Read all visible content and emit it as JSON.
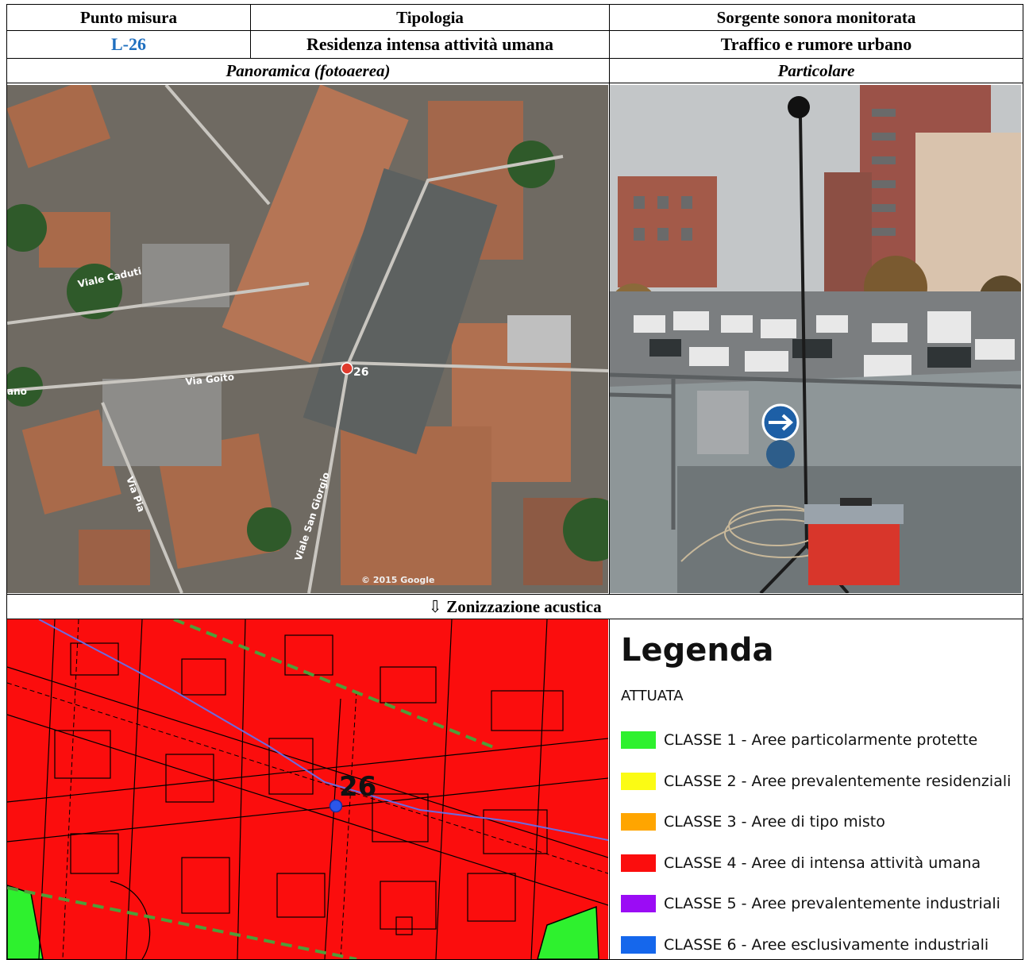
{
  "header": {
    "col1": "Punto misura",
    "col2": "Tipologia",
    "col3": "Sorgente sonora monitorata"
  },
  "values": {
    "point_code": "L-26",
    "typology": "Residenza intensa attività umana",
    "source": "Traffico e rumore urbano"
  },
  "subheaders": {
    "aerial": "Panoramica (fotoaerea)",
    "detail": "Particolare"
  },
  "aerial_labels": {
    "street1": "Viale Caduti",
    "street2": "Via Goito",
    "street3": "Via Pia",
    "street4": "Viale San Giorgio",
    "street5": "ano",
    "marker": "26",
    "copyright": "© 2015 Google"
  },
  "zoning": {
    "title": "⇩ Zonizzazione acustica",
    "marker": "26"
  },
  "legend": {
    "title": "Legenda",
    "state": "ATTUATA",
    "items": [
      {
        "label": "CLASSE 1 - Aree particolarmente protette",
        "color": "#2ef12e"
      },
      {
        "label": "CLASSE 2 - Aree prevalentemente residenziali",
        "color": "#fbfb14"
      },
      {
        "label": "CLASSE 3 - Aree di tipo misto",
        "color": "#ffa500"
      },
      {
        "label": "CLASSE 4 - Aree  di intensa attività umana",
        "color": "#fb0d0d"
      },
      {
        "label": "CLASSE 5 - Aree prevalentemente industriali",
        "color": "#9b0cf5"
      },
      {
        "label": "CLASSE 6 - Aree esclusivamente industriali",
        "color": "#1567ec"
      }
    ]
  }
}
